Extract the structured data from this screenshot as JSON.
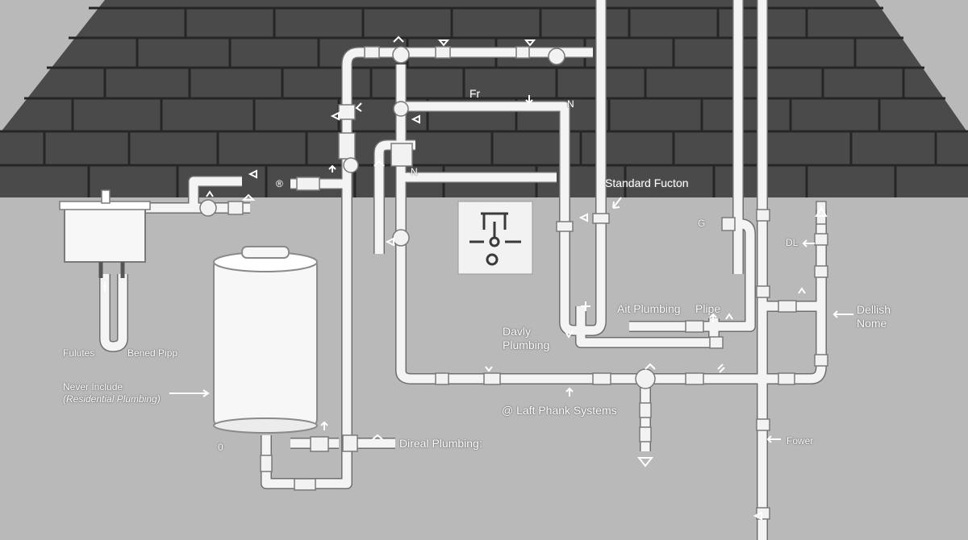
{
  "diagram": {
    "colors": {
      "roof_tile": "#4a4a4a",
      "roof_grout": "#262626",
      "wall": "#b9b9b9",
      "pipe": "#f4f4f4",
      "pipe_outline": "#6e6e6e",
      "label_text": "#ffffff"
    },
    "labels": {
      "top_fr": "Fr",
      "n_upper": "N",
      "n_lower": "N",
      "standard_fucton": "Standard Fucton",
      "g_valve": "G",
      "dl": "DL",
      "ait_plumbing": "Ait Plumbing",
      "plipe": "Plipe",
      "dellish_nome_line1": "Dellish",
      "dellish_nome_line2": "Nome",
      "davly_plumbing_line1": "Davly",
      "davly_plumbing_line2": "Plumbing",
      "fulutes": "Fulutes",
      "bened_pipp": "Bened Pipp",
      "never_include": "Never Include",
      "residential_plumbing": "(Residential Plumbing)",
      "laft_phank": "@ Laft Phank Systems",
      "direal_plumbing": "Direal Plumbing:",
      "fower": "Fower",
      "r_mark": "®",
      "o_mark": "0"
    }
  }
}
